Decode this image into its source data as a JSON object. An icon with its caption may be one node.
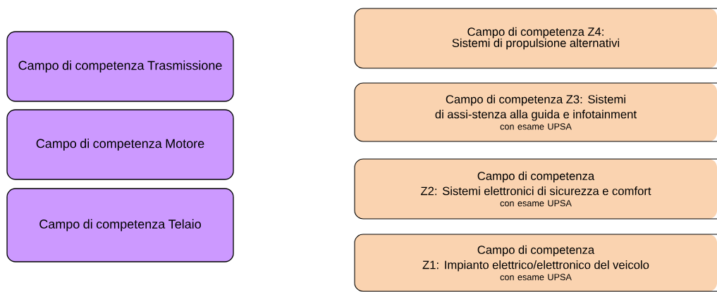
{
  "diagram": {
    "nodes": [
      {
        "text": [
          "Campo di competenza Trasmissione"
        ]
      },
      {
        "text": [
          "Campo di competenza Motore"
        ]
      },
      {
        "text": [
          "Campo di competenza Telaio"
        ]
      },
      {
        "text": [
          "Campo di competenza Z4: Sistemi di propulsione alternativi"
        ]
      },
      {
        "text": [
          "Campo di competenza Z3: Sistemi di assi-stenza alla guida e infotainment",
          "con esame UPSA"
        ]
      },
      {
        "text": [
          "Campo di competenza Z2: Sistemi elettronici di sicurezza e comfort",
          "con esame UPSA"
        ]
      },
      {
        "text": [
          "Campo di competenza Z1: Impianto elettrico/elettronico del veicolo",
          "con esame UPSA"
        ]
      }
    ]
  }
}
